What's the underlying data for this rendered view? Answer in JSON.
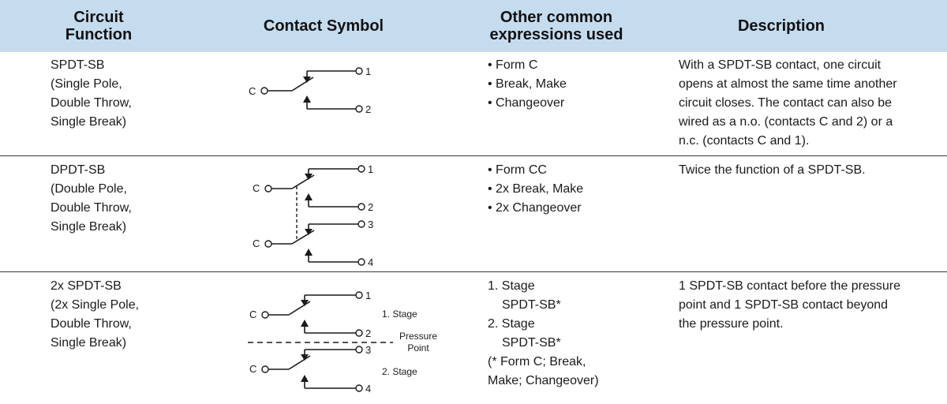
{
  "headers": {
    "circuit_function": [
      "Circuit",
      "Function"
    ],
    "contact_symbol": [
      "Contact Symbol"
    ],
    "other_expressions": [
      "Other common",
      "expressions used"
    ],
    "description": [
      "Description"
    ]
  },
  "rows": [
    {
      "function": [
        "SPDT-SB",
        "(Single Pole,",
        "Double Throw,",
        "Single Break)"
      ],
      "expressions": [
        "• Form C",
        "• Break, Make",
        "• Changeover"
      ],
      "description": [
        "With a SPDT-SB contact, one circuit",
        "opens at almost the same time another",
        "circuit closes. The contact can also be",
        "wired as a n.o. (contacts C and 2) or a",
        "n.c. (contacts C and 1)."
      ],
      "symbol": {
        "c": "C",
        "t1": "1",
        "t2": "2"
      }
    },
    {
      "function": [
        "DPDT-SB",
        "(Double Pole,",
        "Double Throw,",
        "Single Break)"
      ],
      "expressions": [
        "• Form CC",
        "• 2x Break, Make",
        "• 2x Changeover"
      ],
      "description": [
        "Twice the function of a SPDT-SB."
      ],
      "symbol": {
        "c_a": "C",
        "c_b": "C",
        "t1": "1",
        "t2": "2",
        "t3": "3",
        "t4": "4"
      }
    },
    {
      "function": [
        "2x SPDT-SB",
        "(2x Single Pole,",
        "Double Throw,",
        "Single Break)"
      ],
      "expressions": [
        "1. Stage",
        "SPDT-SB*",
        "2. Stage",
        "SPDT-SB*",
        "(* Form C; Break,",
        "Make; Changeover)"
      ],
      "description": [
        "1 SPDT-SB contact before the pressure",
        "point and 1 SPDT-SB contact beyond",
        "the pressure point."
      ],
      "symbol": {
        "c_a": "C",
        "c_b": "C",
        "t1": "1",
        "t2": "2",
        "t3": "3",
        "t4": "4",
        "stage1": "1. Stage",
        "stage2": "2. Stage",
        "pressure": "Pressure",
        "point": "Point"
      }
    }
  ],
  "colors": {
    "header_bg": "#c5dcef",
    "separator": "#3a3a3a"
  }
}
